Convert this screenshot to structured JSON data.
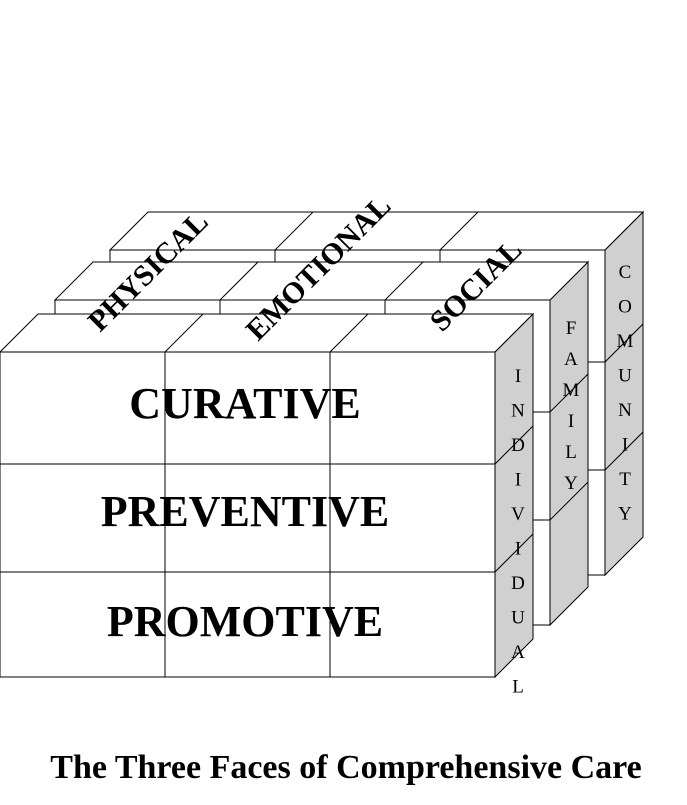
{
  "rows": [
    "CURATIVE",
    "PREVENTIVE",
    "PROMOTIVE"
  ],
  "columns": [
    "PHYSICAL",
    "EMOTIONAL",
    "SOCIAL"
  ],
  "layers": [
    "INDIVIDUAL",
    "FAMILY",
    "COMUNITY"
  ],
  "caption": "The Three Faces of Comprehensive Care",
  "colors": {
    "side_face": "#d0d0d0",
    "front_face": "#ffffff",
    "stroke": "#000000"
  }
}
